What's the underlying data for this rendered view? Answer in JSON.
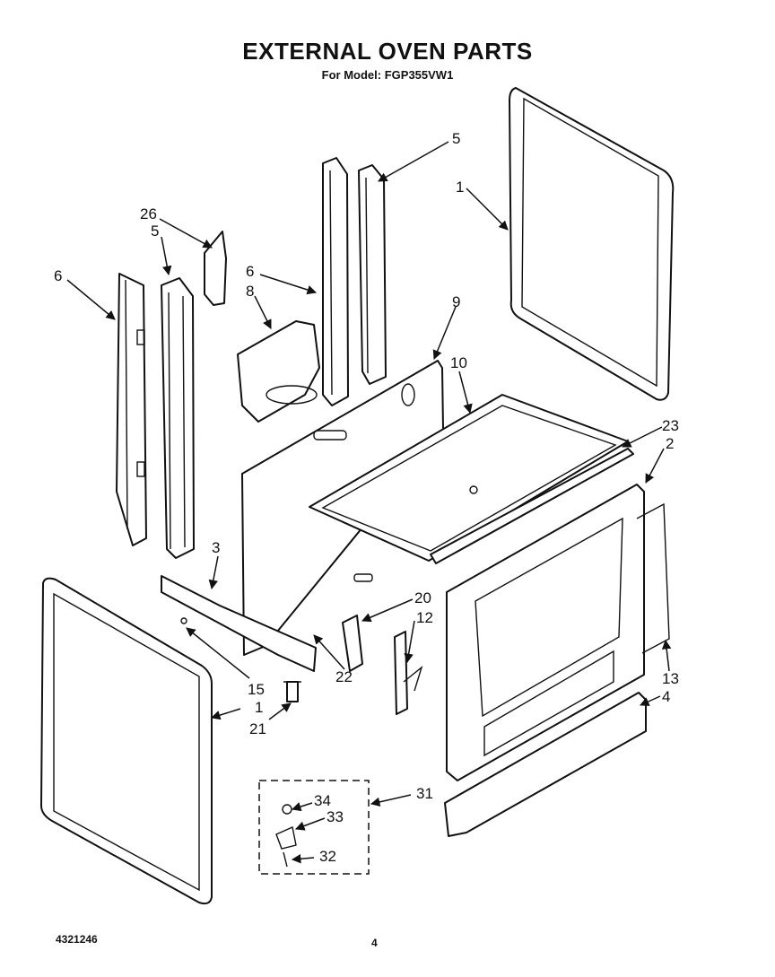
{
  "header": {
    "title": "EXTERNAL OVEN PARTS",
    "subtitle": "For Model: FGP355VW1"
  },
  "footer": {
    "doc_number": "4321246",
    "page_number": "4"
  },
  "callouts": {
    "c1_top": "1",
    "c1_bottom": "1",
    "c2": "2",
    "c3": "3",
    "c4": "4",
    "c5_right": "5",
    "c5_left": "5",
    "c6_left": "6",
    "c6_mid": "6",
    "c8": "8",
    "c9": "9",
    "c10": "10",
    "c12": "12",
    "c13": "13",
    "c15": "15",
    "c20": "20",
    "c21": "21",
    "c22": "22",
    "c23": "23",
    "c26": "26",
    "c31": "31",
    "c32": "32",
    "c33": "33",
    "c34": "34"
  }
}
